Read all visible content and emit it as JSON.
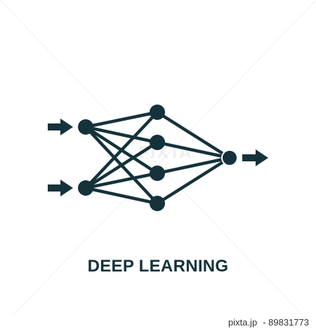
{
  "title": "DEEP LEARNING",
  "watermark_center": "PIXTA",
  "footer": {
    "site": "pixta.jp",
    "sep": "-",
    "id": "89831773"
  },
  "colors": {
    "icon": "#15323b",
    "background": "#ffffff"
  },
  "icons": [
    "input-arrow-icon",
    "output-arrow-icon",
    "neural-node-icon"
  ]
}
